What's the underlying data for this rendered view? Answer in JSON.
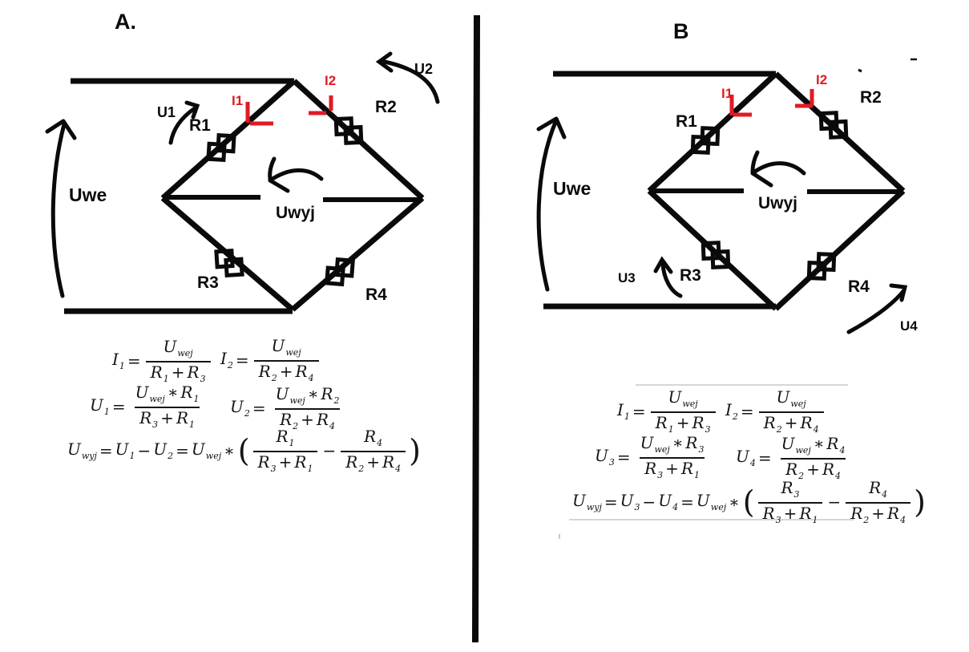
{
  "colors": {
    "ink": "#0a0a0a",
    "red": "#e01b24",
    "faint_line": "#c8c8c8",
    "background": "#ffffff"
  },
  "circuit_a": {
    "title": "A.",
    "voltage_in": "Uwe",
    "voltage_out": "Uwyj",
    "resistors": {
      "r1": "R1",
      "r2": "R2",
      "r3": "R3",
      "r4": "R4"
    },
    "currents": {
      "i1": "I1",
      "i2": "I2"
    },
    "voltages": {
      "u1": "U1",
      "u2": "U2"
    },
    "formulas": {
      "i1": [
        {
          "v": "I",
          "s": "1"
        },
        {
          "o": "="
        },
        {
          "f": {
            "n": [
              {
                "v": "U",
                "s": "wej"
              }
            ],
            "d": [
              {
                "v": "R",
                "s": "1"
              },
              {
                "o": "+"
              },
              {
                "v": "R",
                "s": "3"
              }
            ]
          }
        }
      ],
      "i2": [
        {
          "v": "I",
          "s": "2"
        },
        {
          "o": "="
        },
        {
          "f": {
            "n": [
              {
                "v": "U",
                "s": "wej"
              }
            ],
            "d": [
              {
                "v": "R",
                "s": "2"
              },
              {
                "o": "+"
              },
              {
                "v": "R",
                "s": "4"
              }
            ]
          }
        }
      ],
      "u1": [
        {
          "v": "U",
          "s": "1"
        },
        {
          "o": "="
        },
        {
          "f": {
            "n": [
              {
                "v": "U",
                "s": "wej"
              },
              {
                "o": "∗"
              },
              {
                "v": "R",
                "s": "1"
              }
            ],
            "d": [
              {
                "v": "R",
                "s": "3"
              },
              {
                "o": "+"
              },
              {
                "v": "R",
                "s": "1"
              }
            ]
          }
        }
      ],
      "u2": [
        {
          "v": "U",
          "s": "2"
        },
        {
          "o": "="
        },
        {
          "f": {
            "n": [
              {
                "v": "U",
                "s": "wej"
              },
              {
                "o": "∗"
              },
              {
                "v": "R",
                "s": "2"
              }
            ],
            "d": [
              {
                "v": "R",
                "s": "2"
              },
              {
                "o": "+"
              },
              {
                "v": "R",
                "s": "4"
              }
            ]
          }
        }
      ],
      "uwyj": [
        {
          "v": "U",
          "s": "wyj"
        },
        {
          "o": "="
        },
        {
          "v": "U",
          "s": "1"
        },
        {
          "o": "−"
        },
        {
          "v": "U",
          "s": "2"
        },
        {
          "o": "="
        },
        {
          "v": "U",
          "s": "wej"
        },
        {
          "o": "∗"
        },
        {
          "p": "("
        },
        {
          "f": {
            "n": [
              {
                "v": "R",
                "s": "1"
              }
            ],
            "d": [
              {
                "v": "R",
                "s": "3"
              },
              {
                "o": "+"
              },
              {
                "v": "R",
                "s": "1"
              }
            ]
          }
        },
        {
          "o": "−"
        },
        {
          "f": {
            "n": [
              {
                "v": "R",
                "s": "4"
              }
            ],
            "d": [
              {
                "v": "R",
                "s": "2"
              },
              {
                "o": "+"
              },
              {
                "v": "R",
                "s": "4"
              }
            ]
          }
        },
        {
          "p": ")"
        }
      ]
    }
  },
  "circuit_b": {
    "title": "B",
    "voltage_in": "Uwe",
    "voltage_out": "Uwyj",
    "resistors": {
      "r1": "R1",
      "r2": "R2",
      "r3": "R3",
      "r4": "R4"
    },
    "currents": {
      "i1": "I1",
      "i2": "I2"
    },
    "voltages": {
      "u3": "U3",
      "u4": "U4"
    },
    "formulas": {
      "i1": [
        {
          "v": "I",
          "s": "1"
        },
        {
          "o": "="
        },
        {
          "f": {
            "n": [
              {
                "v": "U",
                "s": "wej"
              }
            ],
            "d": [
              {
                "v": "R",
                "s": "1"
              },
              {
                "o": "+"
              },
              {
                "v": "R",
                "s": "3"
              }
            ]
          }
        }
      ],
      "i2": [
        {
          "v": "I",
          "s": "2"
        },
        {
          "o": "="
        },
        {
          "f": {
            "n": [
              {
                "v": "U",
                "s": "wej"
              }
            ],
            "d": [
              {
                "v": "R",
                "s": "2"
              },
              {
                "o": "+"
              },
              {
                "v": "R",
                "s": "4"
              }
            ]
          }
        }
      ],
      "u3": [
        {
          "v": "U",
          "s": "3"
        },
        {
          "o": "="
        },
        {
          "f": {
            "n": [
              {
                "v": "U",
                "s": "wej"
              },
              {
                "o": "∗"
              },
              {
                "v": "R",
                "s": "3"
              }
            ],
            "d": [
              {
                "v": "R",
                "s": "3"
              },
              {
                "o": "+"
              },
              {
                "v": "R",
                "s": "1"
              }
            ]
          }
        }
      ],
      "u4": [
        {
          "v": "U",
          "s": "4"
        },
        {
          "o": "="
        },
        {
          "f": {
            "n": [
              {
                "v": "U",
                "s": "wej"
              },
              {
                "o": "∗"
              },
              {
                "v": "R",
                "s": "4"
              }
            ],
            "d": [
              {
                "v": "R",
                "s": "2"
              },
              {
                "o": "+"
              },
              {
                "v": "R",
                "s": "4"
              }
            ]
          }
        }
      ],
      "uwyj": [
        {
          "v": "U",
          "s": "wyj"
        },
        {
          "o": "="
        },
        {
          "v": "U",
          "s": "3"
        },
        {
          "o": "−"
        },
        {
          "v": "U",
          "s": "4"
        },
        {
          "o": "="
        },
        {
          "v": "U",
          "s": "wej"
        },
        {
          "o": "∗"
        },
        {
          "p": "("
        },
        {
          "f": {
            "n": [
              {
                "v": "R",
                "s": "3"
              }
            ],
            "d": [
              {
                "v": "R",
                "s": "3"
              },
              {
                "o": "+"
              },
              {
                "v": "R",
                "s": "1"
              }
            ]
          }
        },
        {
          "o": "−"
        },
        {
          "f": {
            "n": [
              {
                "v": "R",
                "s": "4"
              }
            ],
            "d": [
              {
                "v": "R",
                "s": "2"
              },
              {
                "o": "+"
              },
              {
                "v": "R",
                "s": "4"
              }
            ]
          }
        },
        {
          "p": ")"
        }
      ]
    }
  }
}
